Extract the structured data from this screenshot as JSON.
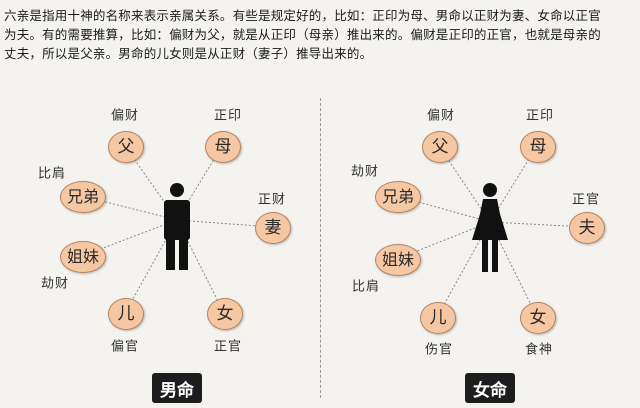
{
  "intro": {
    "line1": "六亲是指用十神的名称来表示亲属关系。有些是规定好的，比如：正印为母、男命以正财为妻、女命以正官",
    "line2": "为夫。有的需要推算，比如：偏财为父，就是从正印（母亲）推出来的。偏财是正印的正官，也就是母亲的",
    "line3": "丈夫，所以是父亲。男命的儿女则是从正财（妻子）推导出来的。"
  },
  "male": {
    "badge": "男命",
    "nodes": {
      "father": "父",
      "mother": "母",
      "brothers": "兄弟",
      "wife": "妻",
      "sisters": "姐妹",
      "son": "儿",
      "daughter": "女"
    },
    "labels": {
      "father": "偏财",
      "mother": "正印",
      "brothers": "比肩",
      "wife": "正财",
      "sisters": "劫财",
      "son": "偏官",
      "daughter": "正官"
    }
  },
  "female": {
    "badge": "女命",
    "nodes": {
      "father": "父",
      "mother": "母",
      "brothers": "兄弟",
      "husband": "夫",
      "sisters": "姐妹",
      "son": "儿",
      "daughter": "女"
    },
    "labels": {
      "father": "偏财",
      "mother": "正印",
      "brothers": "劫财",
      "husband": "正官",
      "sisters": "比肩",
      "son": "伤官",
      "daughter": "食神"
    }
  },
  "colors": {
    "node_fill": "#f6c7a3",
    "node_border": "#b88460",
    "badge_bg": "#1d1d1d"
  }
}
